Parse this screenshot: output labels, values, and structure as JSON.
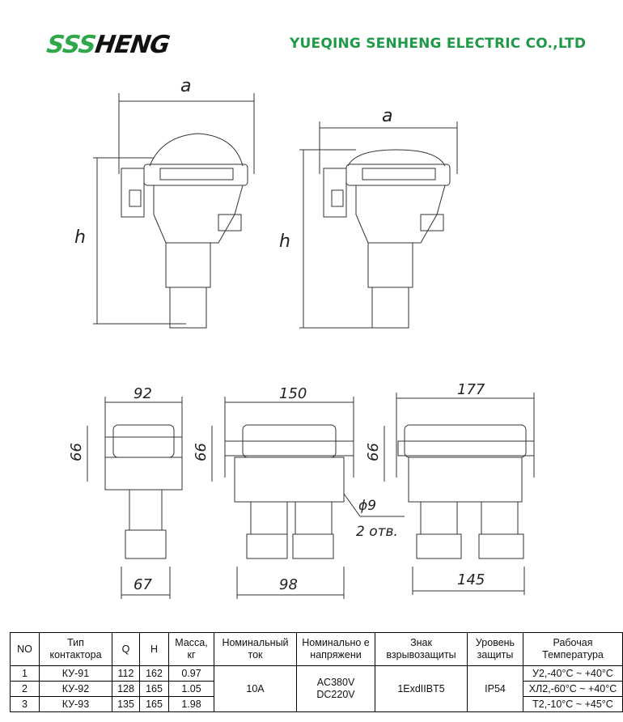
{
  "logo": {
    "green": "SSS",
    "black": "HENG"
  },
  "company": "YUEQING SENHENG ELECTRIC CO.,LTD",
  "drawing": {
    "dim_a1": "a",
    "dim_h1": "h",
    "dim_a2": "a",
    "dim_h2": "h",
    "front": [
      {
        "w": "92",
        "hgt": "66",
        "base": "67"
      },
      {
        "w": "150",
        "hgt": "66",
        "base": "98"
      },
      {
        "w": "177",
        "hgt": "66",
        "base": "145"
      }
    ],
    "hole": "ϕ9",
    "hole_count": "2 отв."
  },
  "table": {
    "headers": [
      "NO",
      "Тип контактора",
      "Q",
      "H",
      "Масса, кг",
      "Номинальный ток",
      "Номинально е напряжени",
      "Знак взрывозащиты",
      "Уровень защиты",
      "Рабочая Температура"
    ],
    "rows": [
      {
        "no": "1",
        "type": "КУ-91",
        "q": "112",
        "h": "162",
        "mass": "0.97",
        "temp": "У2,-40°C ~ +40°C"
      },
      {
        "no": "2",
        "type": "КУ-92",
        "q": "128",
        "h": "165",
        "mass": "1.05",
        "temp": "ХЛ2,-60°C ~ +40°C"
      },
      {
        "no": "3",
        "type": "КУ-93",
        "q": "135",
        "h": "165",
        "mass": "1.98",
        "temp": "Т2,-10°C ~ +45°C"
      }
    ],
    "current": "10A",
    "voltage_ac": "AC380V",
    "voltage_dc": "DC220V",
    "ex": "1ExdIIBT5",
    "ip": "IP54"
  }
}
